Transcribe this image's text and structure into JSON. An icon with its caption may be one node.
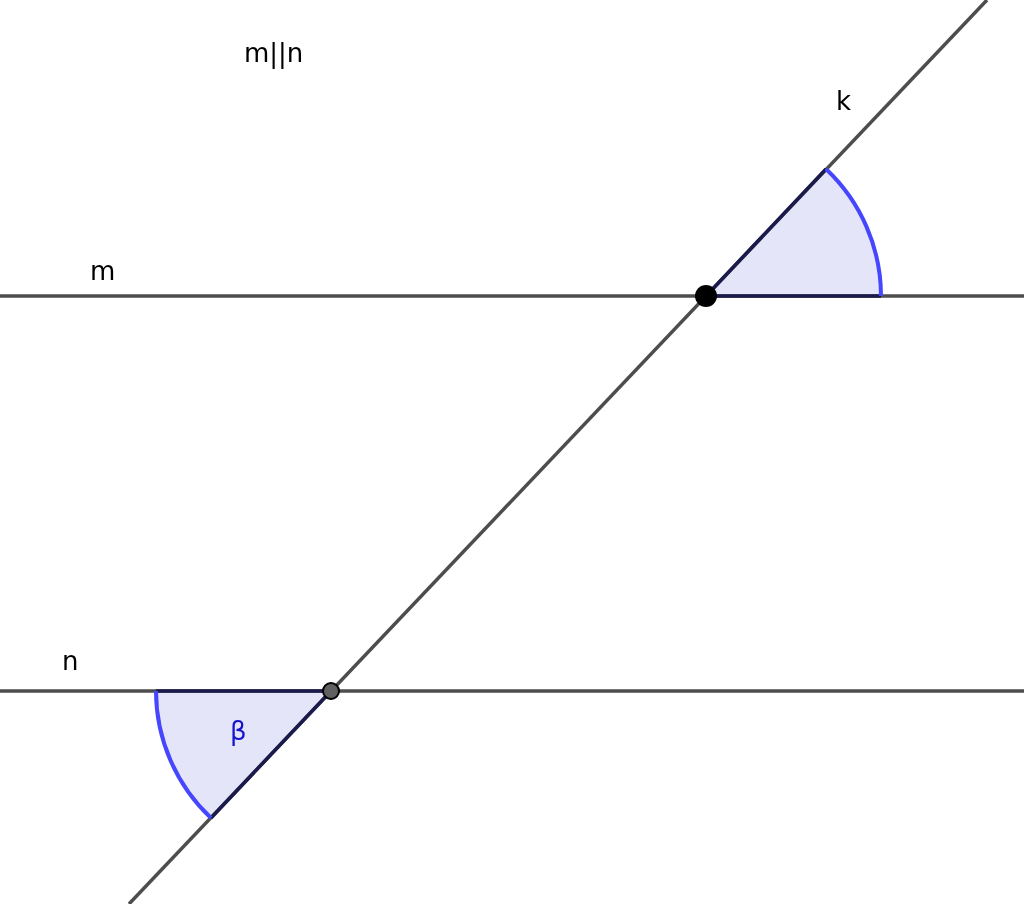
{
  "diagram": {
    "labels": [
      "m||n",
      "m",
      "k",
      "n",
      "β"
    ]
  }
}
